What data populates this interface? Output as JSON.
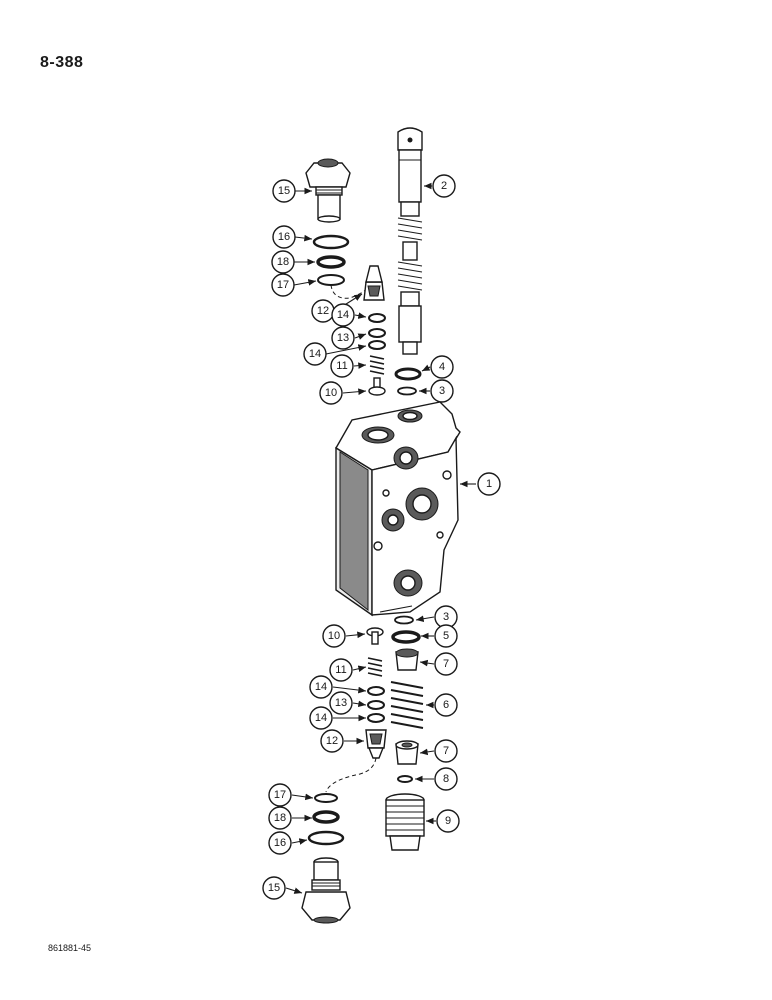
{
  "header": {
    "page_number": "8-388"
  },
  "footer": {
    "figure_code": "861881-45"
  },
  "callouts": [
    "1",
    "2",
    "3",
    "4",
    "3",
    "5",
    "6",
    "7",
    "7",
    "8",
    "9",
    "10",
    "10",
    "11",
    "11",
    "12",
    "12",
    "13",
    "13",
    "14",
    "14",
    "14",
    "14",
    "15",
    "15",
    "16",
    "16",
    "17",
    "17",
    "18",
    "18"
  ]
}
